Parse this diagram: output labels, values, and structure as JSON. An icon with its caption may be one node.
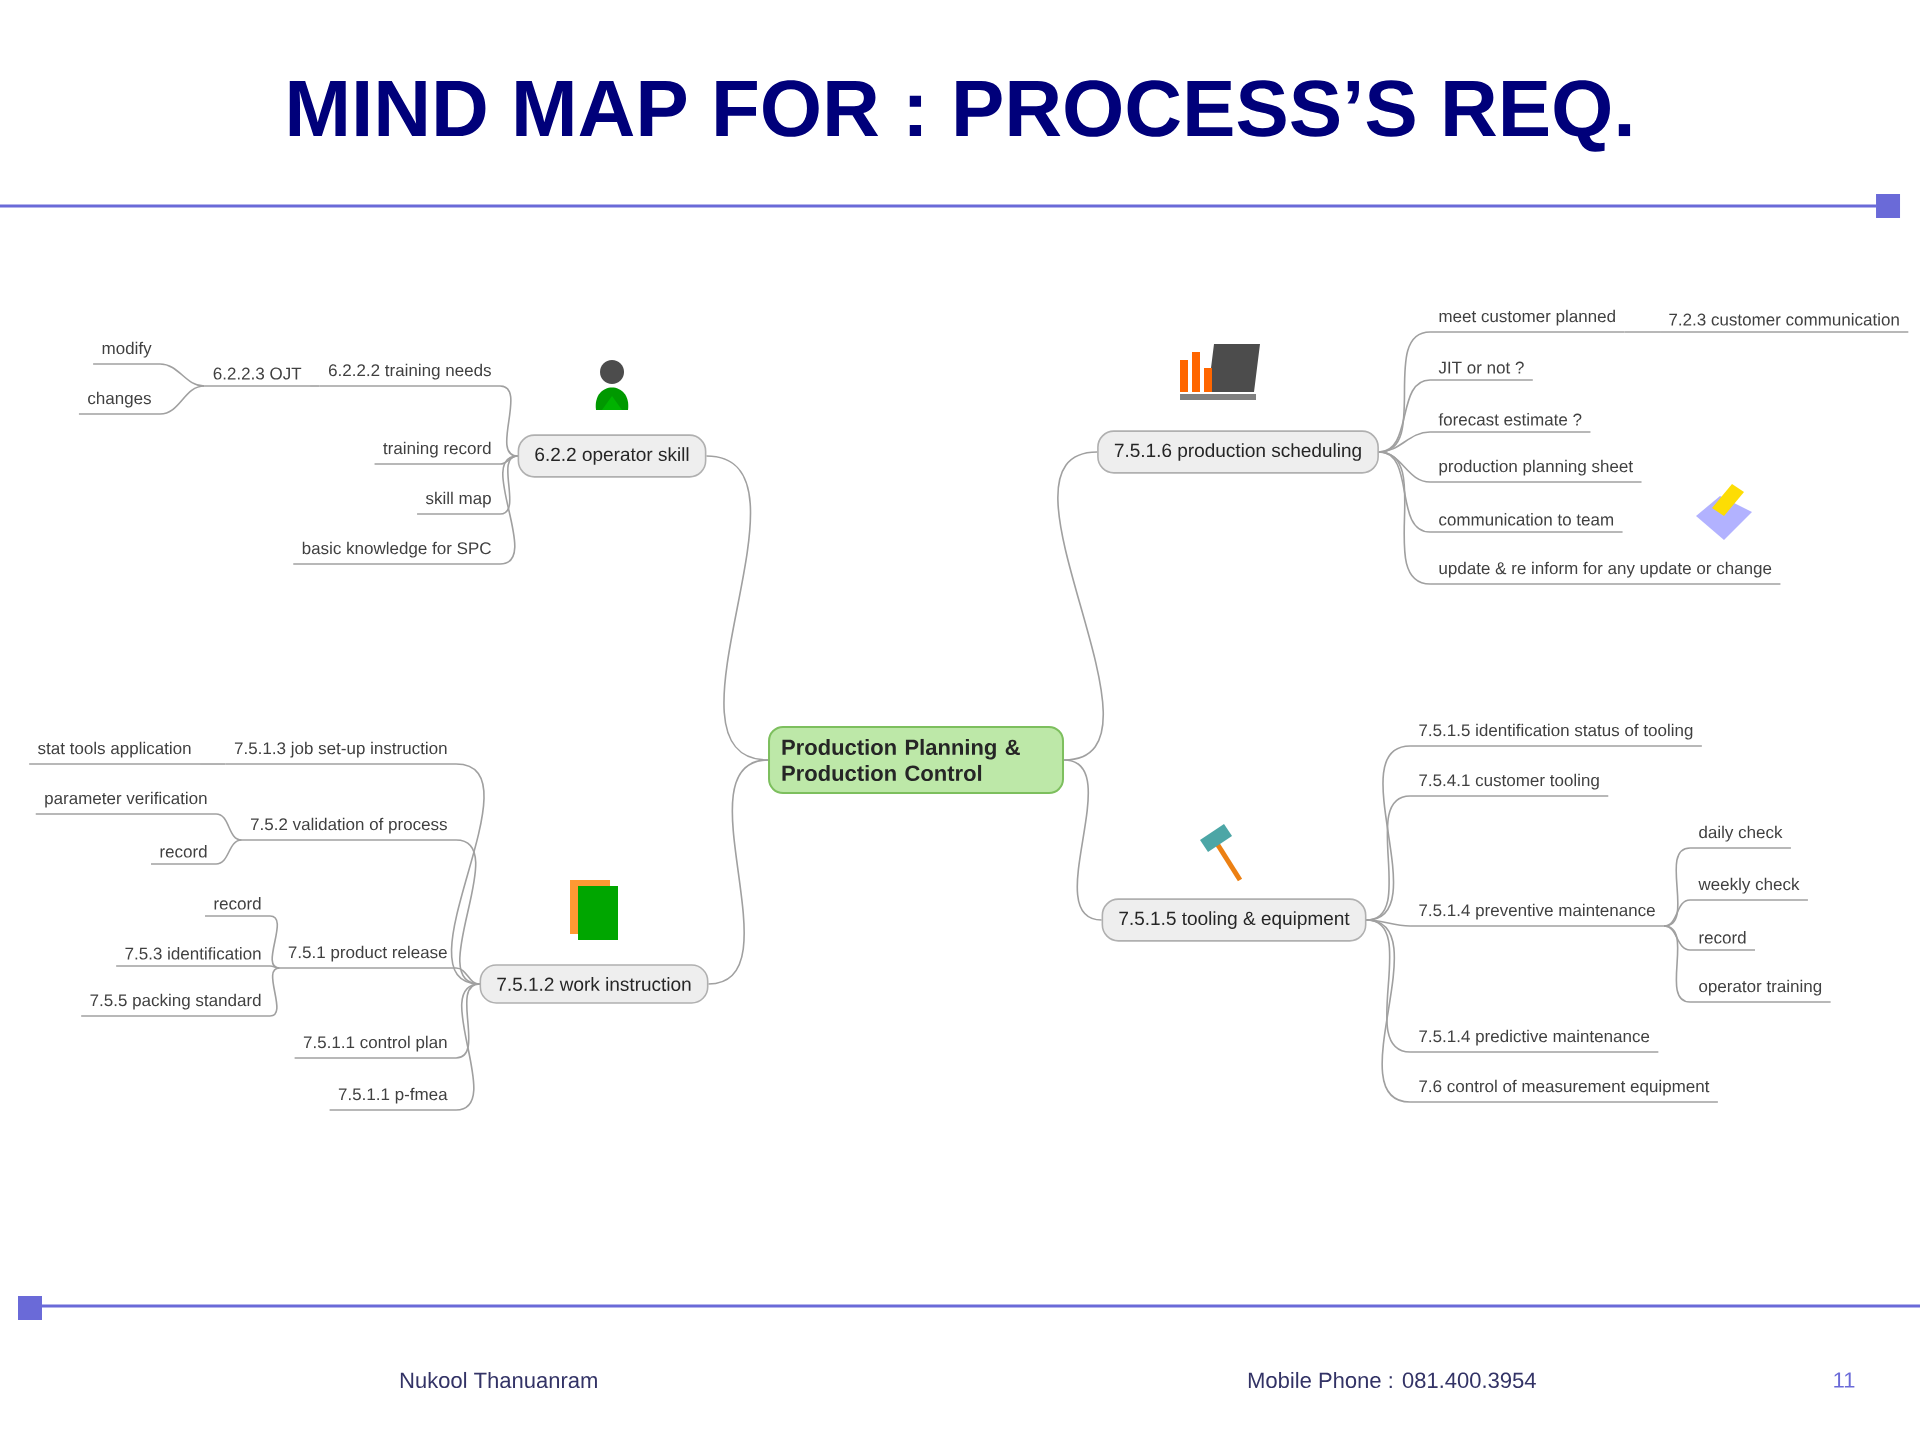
{
  "diagram": {
    "title": "MIND MAP FOR : PROCESS’S REQ.",
    "nodes": [
      {
        "text": [
          "Production Planning & Production Control"
        ]
      },
      {
        "text": [
          "6.2.2 operator skill"
        ]
      },
      {
        "text": [
          "6.2.2.2 training needs"
        ]
      },
      {
        "text": [
          "6.2.2.3 OJT"
        ]
      },
      {
        "text": [
          "modify"
        ]
      },
      {
        "text": [
          "changes"
        ]
      },
      {
        "text": [
          "training record"
        ]
      },
      {
        "text": [
          "skill map"
        ]
      },
      {
        "text": [
          "basic knowledge for SPC"
        ]
      },
      {
        "text": [
          "7.5.1.6 production scheduling"
        ]
      },
      {
        "text": [
          "meet customer planned"
        ]
      },
      {
        "text": [
          "7.2.3 customer communication"
        ]
      },
      {
        "text": [
          "JIT or not ?"
        ]
      },
      {
        "text": [
          "forecast estimate ?"
        ]
      },
      {
        "text": [
          "production planning sheet"
        ]
      },
      {
        "text": [
          "communication to team"
        ]
      },
      {
        "text": [
          "update & re inform for any update or change"
        ]
      },
      {
        "text": [
          "7.5.1.2 work instruction"
        ]
      },
      {
        "text": [
          "7.5.1.3 job set-up instruction"
        ]
      },
      {
        "text": [
          "stat tools application"
        ]
      },
      {
        "text": [
          "7.5.2 validation of process"
        ]
      },
      {
        "text": [
          "parameter verification"
        ]
      },
      {
        "text": [
          "record"
        ]
      },
      {
        "text": [
          "7.5.1 product release"
        ]
      },
      {
        "text": [
          "record"
        ]
      },
      {
        "text": [
          "7.5.3 identification"
        ]
      },
      {
        "text": [
          "7.5.5 packing standard"
        ]
      },
      {
        "text": [
          "7.5.1.1 control plan"
        ]
      },
      {
        "text": [
          "7.5.1.1 p-fmea"
        ]
      },
      {
        "text": [
          "7.5.1.5 tooling & equipment"
        ]
      },
      {
        "text": [
          "7.5.1.5 identification status of tooling"
        ]
      },
      {
        "text": [
          "7.5.4.1 customer tooling"
        ]
      },
      {
        "text": [
          "7.5.1.4 preventive maintenance"
        ]
      },
      {
        "text": [
          "daily check"
        ]
      },
      {
        "text": [
          "weekly check"
        ]
      },
      {
        "text": [
          "record"
        ]
      },
      {
        "text": [
          "operator training"
        ]
      },
      {
        "text": [
          "7.5.1.4 predictive maintenance"
        ]
      },
      {
        "text": [
          "7.6 control of measurement equipment"
        ]
      }
    ],
    "edges": [
      {
        "from": 0,
        "to": 1,
        "arrow": "none"
      },
      {
        "from": 0,
        "to": 9,
        "arrow": "none"
      },
      {
        "from": 0,
        "to": 17,
        "arrow": "none"
      },
      {
        "from": 0,
        "to": 29,
        "arrow": "none"
      },
      {
        "from": 1,
        "to": 2,
        "arrow": "none"
      },
      {
        "from": 2,
        "to": 3,
        "arrow": "none"
      },
      {
        "from": 3,
        "to": 4,
        "arrow": "none"
      },
      {
        "from": 3,
        "to": 5,
        "arrow": "none"
      },
      {
        "from": 1,
        "to": 6,
        "arrow": "none"
      },
      {
        "from": 1,
        "to": 7,
        "arrow": "none"
      },
      {
        "from": 1,
        "to": 8,
        "arrow": "none"
      },
      {
        "from": 9,
        "to": 10,
        "arrow": "none"
      },
      {
        "from": 10,
        "to": 11,
        "arrow": "none"
      },
      {
        "from": 9,
        "to": 12,
        "arrow": "none"
      },
      {
        "from": 9,
        "to": 13,
        "arrow": "none"
      },
      {
        "from": 9,
        "to": 14,
        "arrow": "none"
      },
      {
        "from": 9,
        "to": 15,
        "arrow": "none"
      },
      {
        "from": 9,
        "to": 16,
        "arrow": "none"
      },
      {
        "from": 17,
        "to": 18,
        "arrow": "none"
      },
      {
        "from": 18,
        "to": 19,
        "arrow": "none"
      },
      {
        "from": 17,
        "to": 20,
        "arrow": "none"
      },
      {
        "from": 20,
        "to": 21,
        "arrow": "none"
      },
      {
        "from": 20,
        "to": 22,
        "arrow": "none"
      },
      {
        "from": 17,
        "to": 23,
        "arrow": "none"
      },
      {
        "from": 23,
        "to": 24,
        "arrow": "none"
      },
      {
        "from": 23,
        "to": 25,
        "arrow": "none"
      },
      {
        "from": 23,
        "to": 26,
        "arrow": "none"
      },
      {
        "from": 17,
        "to": 27,
        "arrow": "none"
      },
      {
        "from": 17,
        "to": 28,
        "arrow": "none"
      },
      {
        "from": 29,
        "to": 30,
        "arrow": "none"
      },
      {
        "from": 29,
        "to": 31,
        "arrow": "none"
      },
      {
        "from": 29,
        "to": 32,
        "arrow": "none"
      },
      {
        "from": 32,
        "to": 33,
        "arrow": "none"
      },
      {
        "from": 32,
        "to": 34,
        "arrow": "none"
      },
      {
        "from": 32,
        "to": 35,
        "arrow": "none"
      },
      {
        "from": 32,
        "to": 36,
        "arrow": "none"
      },
      {
        "from": 29,
        "to": 37,
        "arrow": "none"
      },
      {
        "from": 29,
        "to": 38,
        "arrow": "none"
      }
    ],
    "labels": [
      "Nukool Thanuanram",
      "Mobile Phone : 081.400.3954",
      "11"
    ]
  }
}
